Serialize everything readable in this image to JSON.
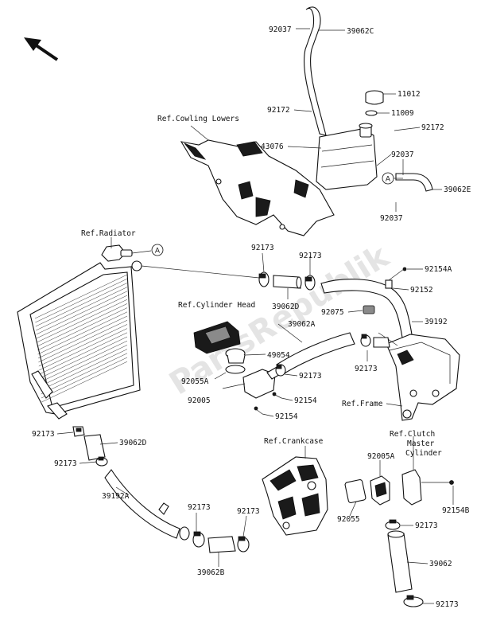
{
  "watermark": "PartsRepublik",
  "connector_letter": "A",
  "labels": {
    "p92037_top": "92037",
    "p39062C": "39062C",
    "p11012": "11012",
    "p11009": "11009",
    "p92172_a": "92172",
    "p92172_b": "92172",
    "p43076": "43076",
    "p92037_mid": "92037",
    "p39062E": "39062E",
    "p92037_low": "92037",
    "p92173_a": "92173",
    "p92173_b": "92173",
    "p39062D_a": "39062D",
    "p92154A": "92154A",
    "p92152": "92152",
    "p92075": "92075",
    "p39062A": "39062A",
    "p39192": "39192",
    "p49054": "49054",
    "p92173_c": "92173",
    "p92055A": "92055A",
    "p92173_d": "92173",
    "p92005": "92005",
    "p92154_a": "92154",
    "p92154_b": "92154",
    "p92173_e": "92173",
    "p39062D_b": "39062D",
    "p92173_f": "92173",
    "p39192A": "39192A",
    "p92005A": "92005A",
    "p92154B": "92154B",
    "p92055": "92055",
    "p92173_g": "92173",
    "p92173_h": "92173",
    "p92173_i": "92173",
    "p39062B": "39062B",
    "p39062": "39062",
    "p92173_j": "92173"
  },
  "refs": {
    "cowling": "Ref.Cowling Lowers",
    "radiator": "Ref.Radiator",
    "cylinder_head": "Ref.Cylinder Head",
    "frame": "Ref.Frame",
    "crankcase": "Ref.Crankcase",
    "clutch_1": "Ref.Clutch",
    "clutch_2": "Master",
    "clutch_3": "Cylinder"
  }
}
